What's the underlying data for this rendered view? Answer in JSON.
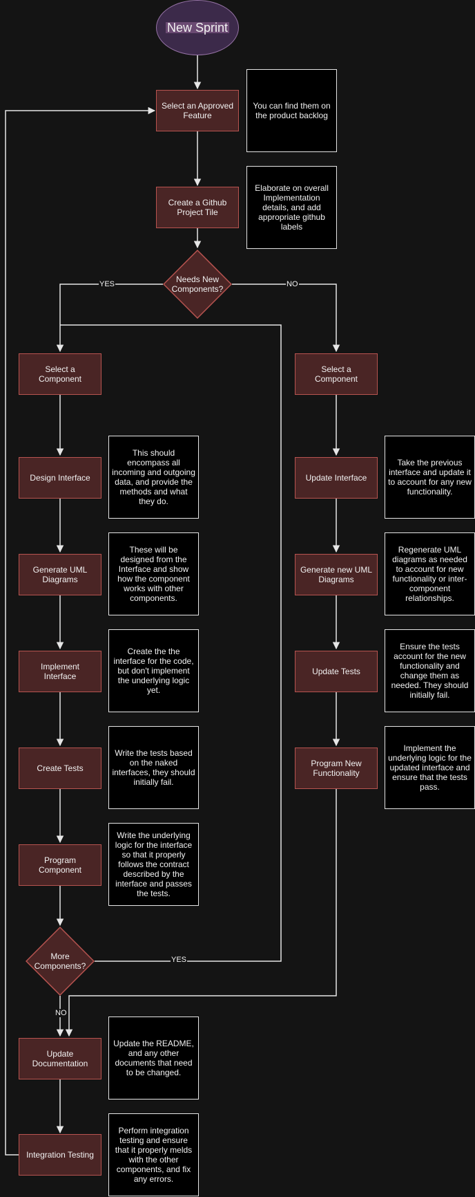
{
  "start": "New Sprint",
  "main": {
    "select_feature": "Select an Approved Feature",
    "create_tile": "Create a Github Project Tile",
    "decision_new": "Needs New Components?",
    "yes": "YES",
    "no": "NO"
  },
  "notes": {
    "backlog": "You can find them on the product backlog",
    "elaborate": "Elaborate on overall Implementation details, and add appropriate github labels"
  },
  "left": {
    "select": "Select a Component",
    "design": "Design Interface",
    "design_note": "This should encompass all incoming and outgoing data, and provide the methods and what they do.",
    "uml": "Generate UML Diagrams",
    "uml_note": "These will be designed from the Interface and show how the component works with other components.",
    "implement": "Implement Interface",
    "implement_note": "Create the the interface for the code, but don't implement the underlying logic yet.",
    "tests": "Create Tests",
    "tests_note": "Write the tests based on the naked interfaces, they should initially fail.",
    "program": "Program Component",
    "program_note": "Write the underlying logic for the interface so that it properly follows the contract described by the interface and passes the tests.",
    "decision_more": "More Components?",
    "yes": "YES",
    "no": "NO"
  },
  "right": {
    "select": "Select a Component",
    "update_interface": "Update Interface",
    "update_interface_note": "Take the previous interface and update it to account for any new functionality.",
    "uml": "Generate new UML Diagrams",
    "uml_note": "Regenerate UML diagrams as needed to account for new functionality or inter-component relationships.",
    "update_tests": "Update Tests",
    "update_tests_note": "Ensure the tests account for the new functionality and change them as needed. They should initially fail.",
    "program": "Program New Functionality",
    "program_note": "Implement the underlying logic for the updated interface and ensure that the tests pass."
  },
  "bottom": {
    "docs": "Update Documentation",
    "docs_note": "Update the README, and any other documents that need to be changed.",
    "integration": "Integration Testing",
    "integration_note": "Perform integration testing and ensure that it properly melds with the other components, and fix any errors."
  },
  "colors": {
    "background": "#141414",
    "process_fill": "#4a2525",
    "process_stroke": "#b85450",
    "start_fill": "#3c2a4a",
    "start_stroke": "#9673a6",
    "edge": "#e6e6e6"
  }
}
